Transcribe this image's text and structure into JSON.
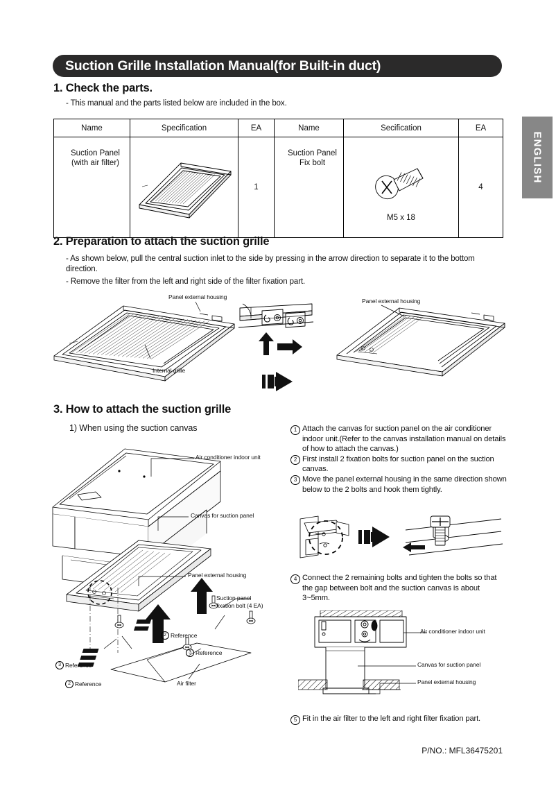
{
  "document": {
    "title": "Suction Grille Installation Manual(for Built-in duct)",
    "language_tab": "ENGLISH",
    "part_number": "P/NO.: MFL36475201"
  },
  "section1": {
    "heading": "1. Check the parts.",
    "note": "- This manual and the parts listed below are included in the box.",
    "table": {
      "headers": [
        "Name",
        "Specification",
        "EA",
        "Name",
        "Secification",
        "EA"
      ],
      "rows": [
        {
          "left_name": "Suction Panel\n(with air filter)",
          "left_name_line1": "Suction Panel",
          "left_name_line2": "(with air filter)",
          "left_spec_icon": "suction-panel-illustration",
          "left_ea": "1",
          "right_name_line1": "Suction Panel",
          "right_name_line2": "Fix bolt",
          "right_spec_icon": "bolt-illustration",
          "right_spec_label": "M5 x 18",
          "right_ea": "4"
        }
      ]
    }
  },
  "section2": {
    "heading": "2. Preparation to attach the suction grille",
    "bullets": [
      "- As shown below, pull the central suction inlet to the side by pressing in the arrow direction to separate it to the bottom direction.",
      "- Remove the filter from the left and right side of the filter fixation part."
    ],
    "figures": {
      "left": {
        "label_top": "Panel external housing",
        "label_bottom": "Internal grille"
      },
      "right": {
        "label_top": "Panel external housing"
      }
    }
  },
  "section3": {
    "heading": "3. How to attach the suction grille",
    "subheading": "1) When using the suction canvas",
    "steps": [
      {
        "num": "1",
        "text": "Attach the canvas for suction panel on the air conditioner indoor unit.(Refer to the canvas installation manual on details of how to attach the canvas.)"
      },
      {
        "num": "2",
        "text": "First install 2 fixation bolts for suction panel on the suction canvas."
      },
      {
        "num": "3",
        "text": "Move the panel external housing in the same direction shown below to the 2 bolts and hook them tightly."
      },
      {
        "num": "4",
        "text": "Connect the 2 remaining bolts and tighten the bolts so that the gap between bolt and the suction canvas is about 3~5mm."
      },
      {
        "num": "5",
        "text": "Fit in the air filter to the left and right filter fixation part."
      }
    ],
    "exploded_labels": {
      "indoor_unit": "Air conditioner indoor unit",
      "canvas": "Canvas for suction panel",
      "housing": "Panel external housing",
      "fix_bolt_line1": "Suction panel",
      "fix_bolt_line2": "fixation bolt (4 EA)",
      "ref2_a": "Reference",
      "ref3_a": "Reference",
      "ref2_b": "Reference",
      "ref3_b": "Reference",
      "ref2_num": "2",
      "ref3_num": "3",
      "air_filter": "Air filter"
    },
    "section_labels": {
      "indoor_unit": "Air conditioner indoor unit",
      "canvas": "Canvas for suction panel",
      "housing": "Panel external housing"
    }
  },
  "colors": {
    "banner_bg": "#2b2a2a",
    "tab_bg": "#878787",
    "line": "#000000",
    "page_bg": "#ffffff"
  }
}
